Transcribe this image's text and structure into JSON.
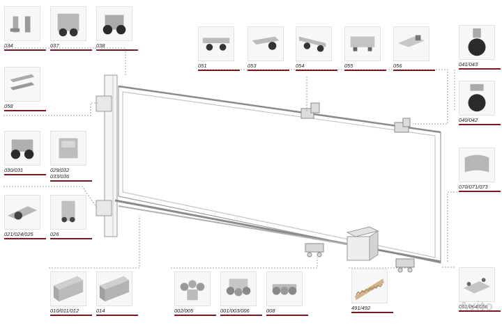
{
  "parts": {
    "p034": "034",
    "p037": "037",
    "p038": "038",
    "p051": "051",
    "p053": "053",
    "p054": "054",
    "p055": "055",
    "p056": "056",
    "p041": "041/043",
    "p040": "040/042",
    "p058": "058",
    "p030": "030/031",
    "p029": "029/032\n033/036",
    "p070": "070/071/073",
    "p021": "021/024/025",
    "p026": "026",
    "p010": "010/011/012",
    "p014": "014",
    "p002": "002/005",
    "p001": "001/003/006",
    "p008": "008",
    "p491": "491/492",
    "p061": "061/064/066"
  },
  "colors": {
    "underline": "#7a1620",
    "leader": "#8a8a8a",
    "frame": "#b5b5b5"
  },
  "watermark": "Avito"
}
